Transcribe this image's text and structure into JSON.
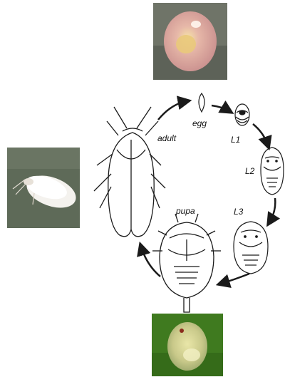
{
  "stages": {
    "egg": "egg",
    "l1": "L1",
    "l2": "L2",
    "l3": "L3",
    "pupa": "pupa",
    "adult": "adult"
  },
  "colors": {
    "line": "#1a1a1a",
    "egg_photo_bg": "#6f7468",
    "adult_photo_bg": "#5e6a58",
    "pupa_photo_bg": "#3f7a1f"
  }
}
